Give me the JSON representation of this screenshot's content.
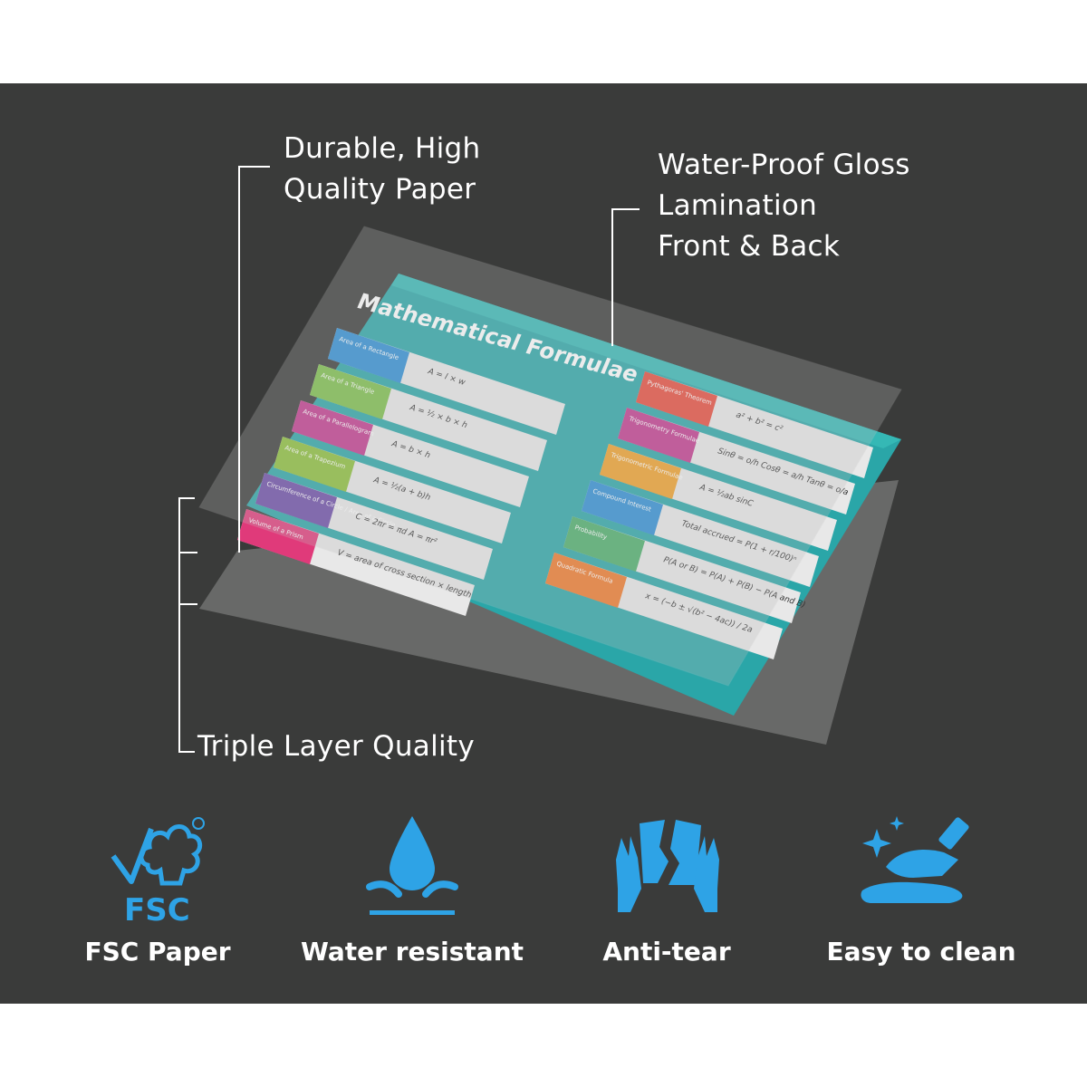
{
  "callouts": {
    "paper": [
      "Durable, High",
      "Quality Paper"
    ],
    "lamination": [
      "Water-Proof Gloss",
      "Lamination",
      "Front & Back"
    ],
    "triple": "Triple Layer Quality"
  },
  "poster": {
    "title": "Mathematical Formulae",
    "left_sections": [
      {
        "label": "Area of a Rectangle",
        "formula": "A = l × w",
        "color": "#2f8fd6"
      },
      {
        "label": "Area of a Triangle",
        "formula": "A = ½ × b × h",
        "color": "#7cbf4a"
      },
      {
        "label": "Area of a Parallelogram",
        "formula": "A = b × h",
        "color": "#c23a8e"
      },
      {
        "label": "Area of a Trapezium",
        "formula": "A = ½(a + b)h",
        "color": "#8bbf3a"
      },
      {
        "label": "Circumference of a Circle / Area of a Circle",
        "formula": "C = 2πr = πd   A = πr²",
        "color": "#6b4ba8"
      },
      {
        "label": "Volume of a Prism",
        "formula": "V = area of cross section × length",
        "color": "#e03a7a"
      }
    ],
    "right_sections": [
      {
        "label": "Pythagoras' Theorem",
        "formula": "a² + b² = c²",
        "color": "#e84b3c"
      },
      {
        "label": "Trigonometry Formulae",
        "formula": "Sinθ = o/h  Cosθ = a/h  Tanθ = o/a",
        "color": "#c23a8e"
      },
      {
        "label": "Trigonometric Formulae",
        "formula": "A = ½ab sinC",
        "color": "#f0a02a"
      },
      {
        "label": "Compound Interest",
        "formula": "Total accrued = P(1 + r/100)ⁿ",
        "color": "#2f8fd6"
      },
      {
        "label": "Probability",
        "formula": "P(A or B) = P(A) + P(B) − P(A and B)",
        "color": "#4cae6a"
      },
      {
        "label": "Quadratic Formula",
        "formula": "x = (−b ± √(b² − 4ac)) / 2a",
        "color": "#f07a2a"
      }
    ]
  },
  "features": [
    {
      "label": "FSC Paper",
      "icon": "fsc-tree-icon",
      "badge": "FSC"
    },
    {
      "label": "Water resistant",
      "icon": "water-drop-icon"
    },
    {
      "label": "Anti-tear",
      "icon": "torn-paper-hands-icon"
    },
    {
      "label": "Easy to clean",
      "icon": "cleaning-hand-icon"
    }
  ],
  "colors": {
    "background": "#3a3b3a",
    "accent_blue": "#2ea3e6",
    "poster_teal": "#2aa6a8"
  }
}
